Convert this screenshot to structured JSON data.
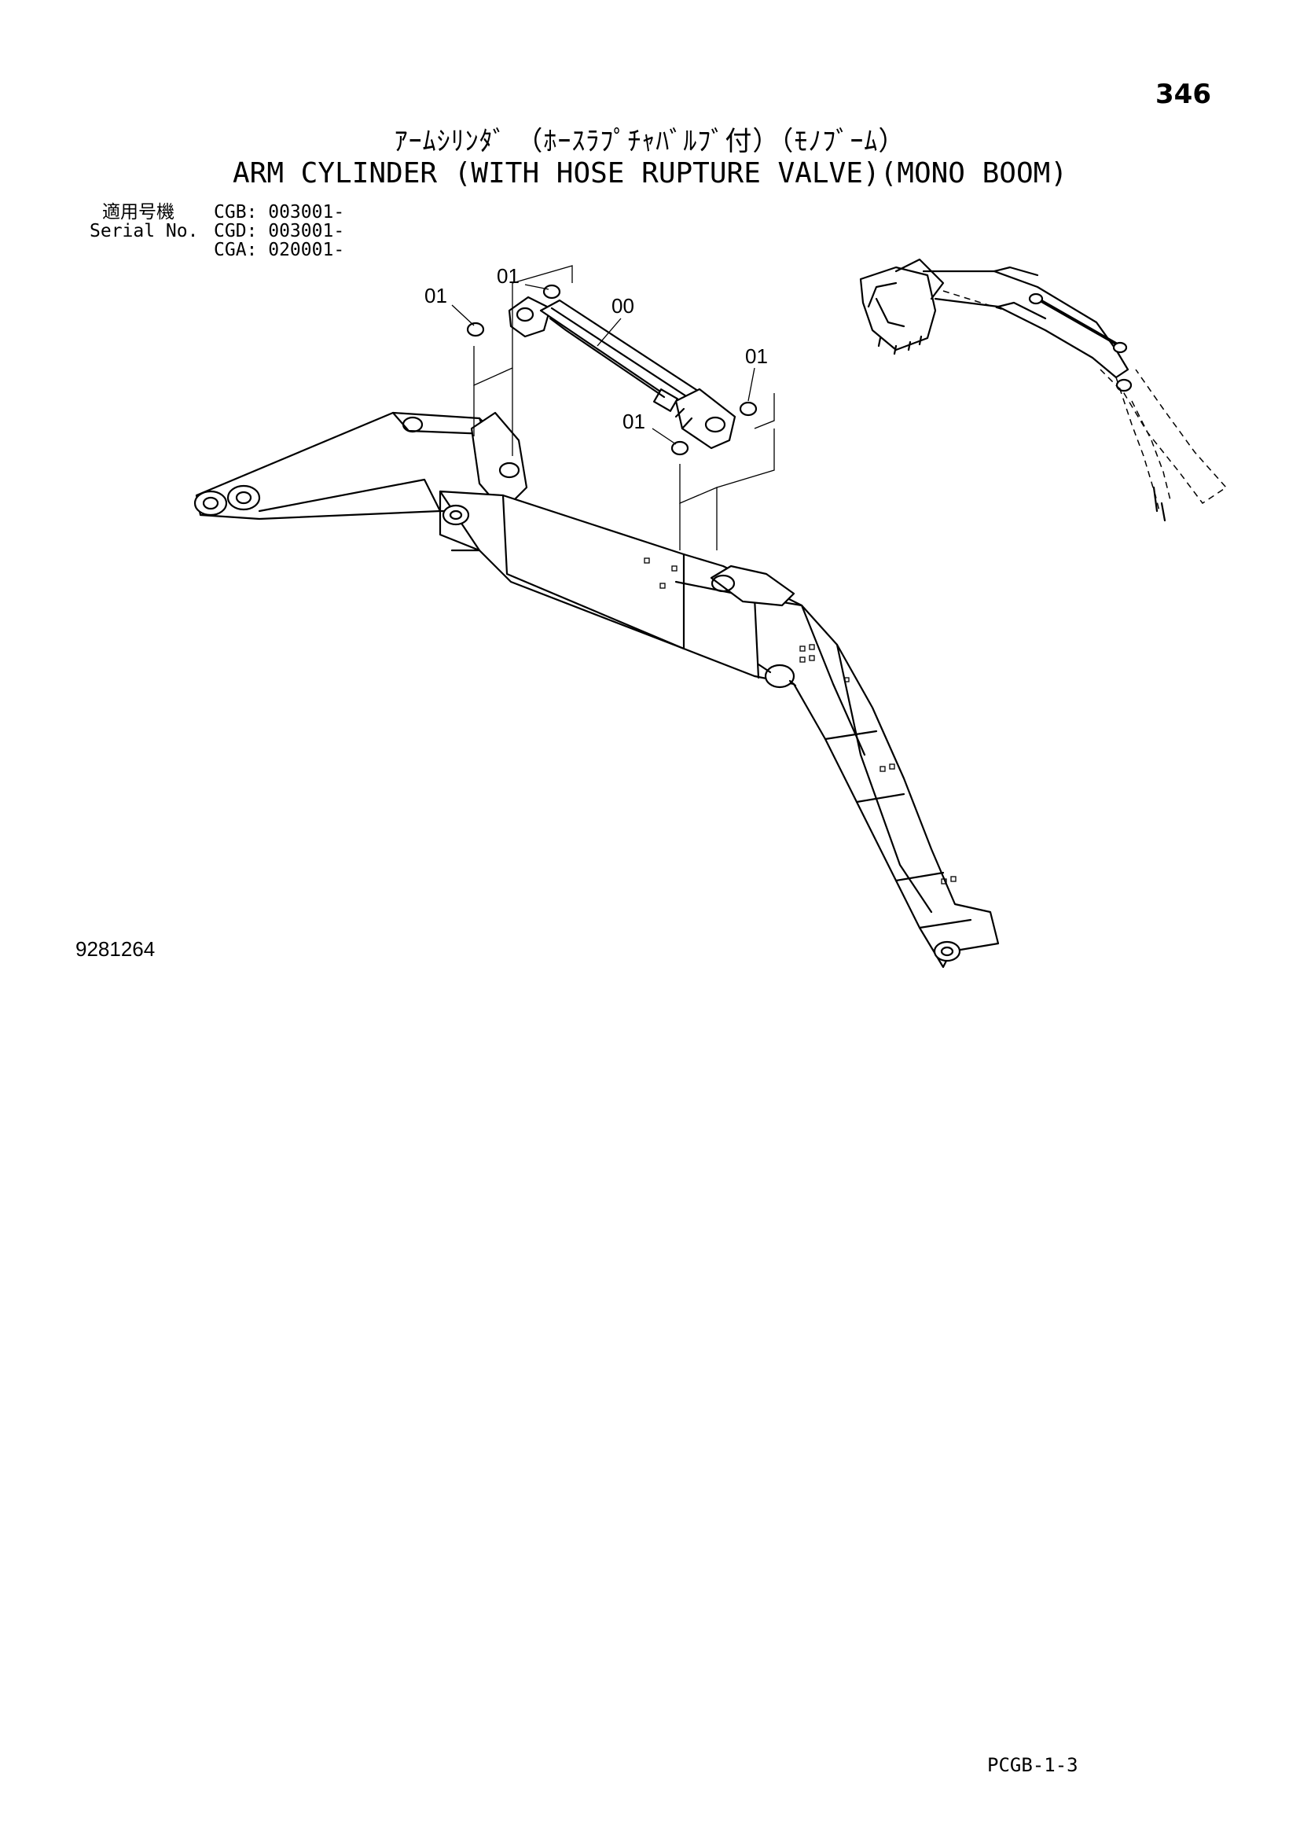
{
  "page_number": "346",
  "title_jp": "ｱｰﾑｼﾘﾝﾀﾞ （ﾎｰｽﾗﾌﾟﾁｬﾊﾞﾙﾌﾞ付）（ﾓﾉﾌﾞｰﾑ）",
  "title_en": "ARM CYLINDER (WITH HOSE RUPTURE VALVE)(MONO BOOM)",
  "serial": {
    "label_jp": "適用号機",
    "label_en": "Serial No.",
    "entries": [
      "CGB: 003001-",
      "CGD: 003001-",
      "CGA: 020001-"
    ]
  },
  "callouts": {
    "c1": "01",
    "c2": "01",
    "c3": "00",
    "c4": "01",
    "c5": "01"
  },
  "diagram_id": "9281264",
  "page_code": "PCGB-1-3"
}
